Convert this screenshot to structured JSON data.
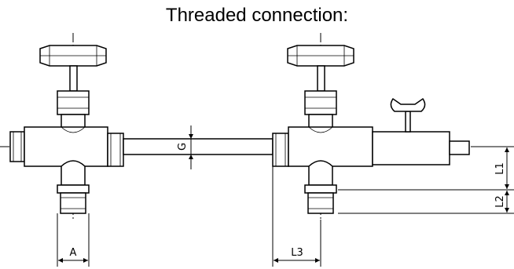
{
  "title": "Threaded connection:",
  "dimensions": {
    "a": "A",
    "g": "G",
    "l1": "L1",
    "l2": "L2",
    "l3": "L3"
  }
}
